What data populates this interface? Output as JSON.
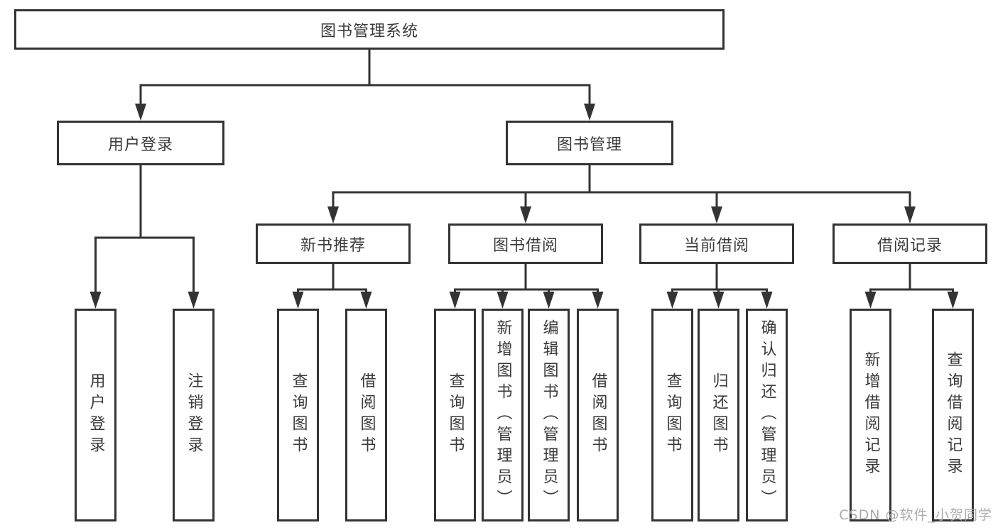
{
  "tree": {
    "root": {
      "label": "图书管理系统",
      "children": [
        {
          "label": "用户登录",
          "children": [
            {
              "label": "用户登录"
            },
            {
              "label": "注销登录"
            }
          ]
        },
        {
          "label": "图书管理",
          "children": [
            {
              "label": "新书推荐",
              "children": [
                {
                  "label": "查询图书"
                },
                {
                  "label": "借阅图书"
                }
              ]
            },
            {
              "label": "图书借阅",
              "children": [
                {
                  "label": "查询图书"
                },
                {
                  "label": "新增图书（管理员）"
                },
                {
                  "label": "编辑图书（管理员）"
                },
                {
                  "label": "借阅图书"
                }
              ]
            },
            {
              "label": "当前借阅",
              "children": [
                {
                  "label": "查询图书"
                },
                {
                  "label": "归还图书"
                },
                {
                  "label": "确认归还（管理员）"
                }
              ]
            },
            {
              "label": "借阅记录",
              "children": [
                {
                  "label": "新增借阅记录"
                },
                {
                  "label": "查询借阅记录"
                }
              ]
            }
          ]
        }
      ]
    }
  },
  "watermark": {
    "text": "CSDN @软件_小贺同学"
  },
  "colors": {
    "line": "#333333",
    "box_border": "#333333",
    "text": "#3a3a3a",
    "background": "#ffffff",
    "watermark_text": "#a5a5a5"
  }
}
